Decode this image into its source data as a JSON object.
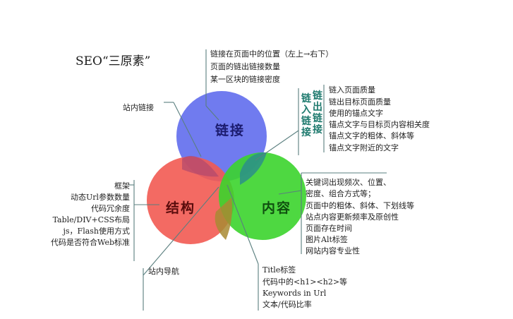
{
  "title": "SEO“三原素”",
  "circles": {
    "links": {
      "label": "链接",
      "color": "#6470ee"
    },
    "structure": {
      "label": "结构",
      "color": "#f25a52"
    },
    "content": {
      "label": "内容",
      "color": "#3bd42c"
    }
  },
  "link_position_items": [
    "链接在页面中的位置（左上→右下）",
    "页面的链出链接数量",
    "某一区块的链接密度"
  ],
  "internal_links": "站内链接",
  "inbound_links": "链入链接",
  "outbound_links": "链出链接",
  "anchor_items": [
    "链入页面质量",
    "链出目标页面质量",
    "使用的锚点文字",
    "锚点文字与目标页内容相关度",
    "锚点文字的粗体、斜体等",
    "锚点文字附近的文字"
  ],
  "keyword_items": [
    "关键词出现频次、位置、",
    "密度、组合方式等；",
    "页面中的粗体、斜体、下划线等",
    "站点内容更新频率及原创性",
    "页面存在时间",
    "图片Alt标签",
    "网站内容专业性"
  ],
  "structure_items": [
    "框架",
    "动态Url参数数量",
    "代码冗余度",
    "Table/DIV+CSS布局",
    "js，Flash使用方式",
    "代码是否符合Web标准"
  ],
  "site_nav": "站内导航",
  "tag_items": [
    "Title标签",
    "代码中的<h1><h2>等",
    "Keywords in Url",
    "文本/代码比率"
  ]
}
